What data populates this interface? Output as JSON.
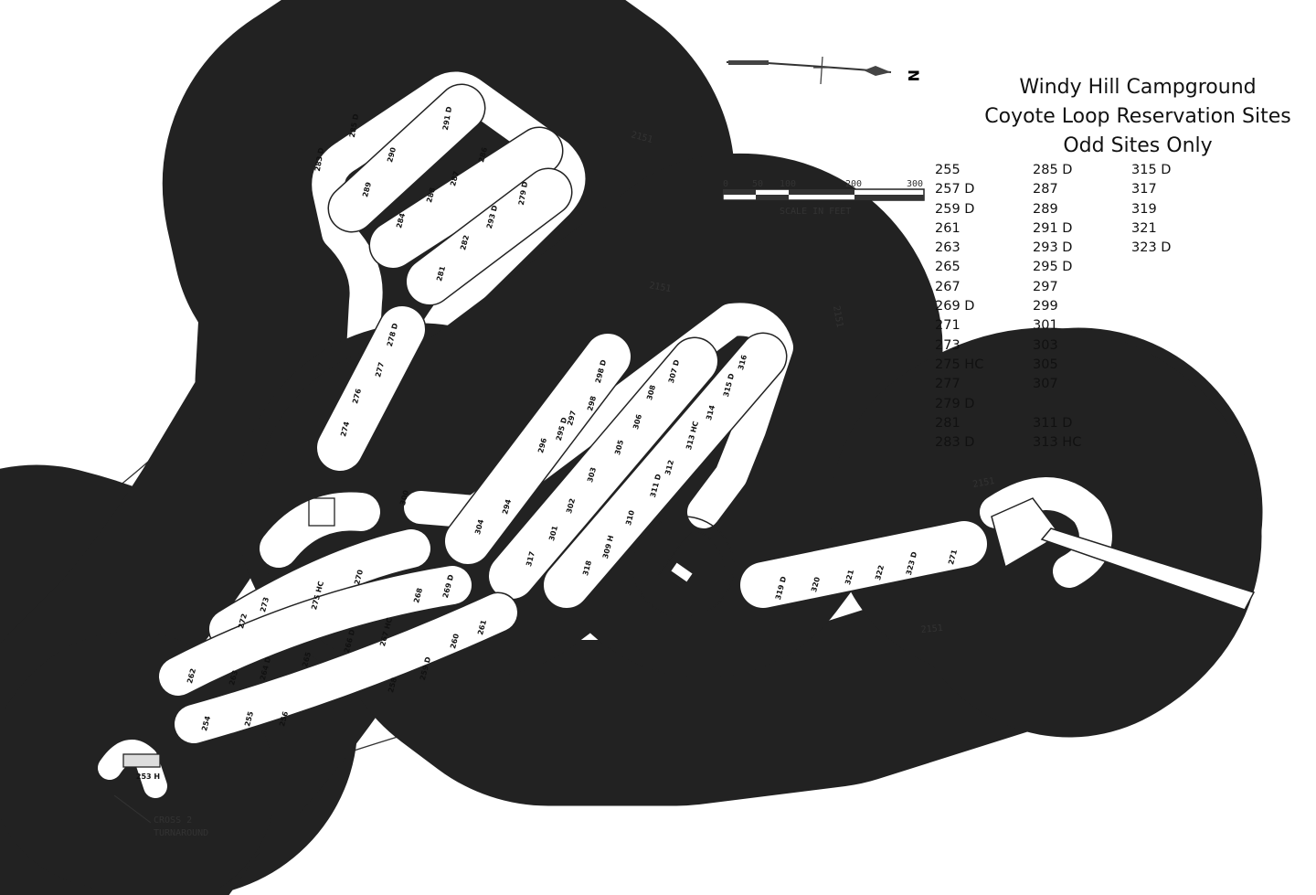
{
  "title": {
    "line1": "Windy Hill Campground",
    "line2": "Coyote Loop Reservation Sites",
    "line3": "Odd Sites Only"
  },
  "site_list": {
    "columns": [
      [
        "255",
        "257 D",
        "259 D",
        "261",
        "263",
        "265",
        "267",
        "269 D",
        "271",
        "273",
        "275 HC",
        "277",
        "279 D",
        "281",
        "283 D"
      ],
      [
        "285 D",
        "287",
        "289",
        "291 D",
        "293 D",
        "295 D",
        "297",
        "299",
        "301",
        "303",
        "305",
        "307",
        "",
        "311 D",
        "313 HC"
      ],
      [
        "315 D",
        "317",
        "319",
        "321",
        "323 D"
      ]
    ]
  },
  "north_arrow": {
    "label": "N",
    "icon": "north-arrow-icon"
  },
  "scale_bar": {
    "ticks": [
      "0",
      "50",
      "100",
      "200",
      "300"
    ],
    "caption": "SCALE IN FEET"
  },
  "map": {
    "contour_label": "2151",
    "turnaround_label": [
      "CROSS 2",
      "TURNAROUND"
    ],
    "site_labels": [
      "283 D",
      "285 D",
      "289",
      "290",
      "291 D",
      "284",
      "288",
      "287",
      "286",
      "281",
      "282",
      "293 D",
      "279 D",
      "278 D",
      "277",
      "276",
      "274",
      "300",
      "298 D",
      "298",
      "297",
      "296",
      "295 D",
      "294",
      "304",
      "307 D",
      "308",
      "306",
      "305",
      "303",
      "302",
      "301",
      "317",
      "316",
      "315 D",
      "314",
      "313 HC",
      "312",
      "311 D",
      "310",
      "309 H",
      "318",
      "319 D",
      "320",
      "321",
      "322",
      "323 D",
      "271",
      "272",
      "273",
      "275 HC",
      "270",
      "269 D",
      "268",
      "267 HC",
      "266 D",
      "265",
      "264 D",
      "263",
      "262",
      "261",
      "260",
      "259 D",
      "258",
      "256",
      "255",
      "254",
      "253 H"
    ]
  },
  "colors": {
    "ink": "#222222",
    "background": "#ffffff"
  }
}
